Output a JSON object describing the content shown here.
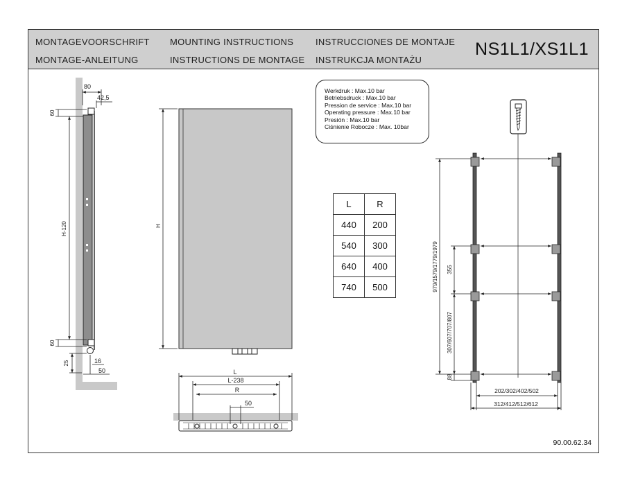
{
  "header": {
    "titles": [
      "MONTAGEVOORSCHRIFT",
      "MOUNTING INSTRUCTIONS",
      "INSTRUCCIONES DE MONTAJE",
      "MONTAGE-ANLEITUNG",
      "INSTRUCTIONS DE MONTAGE",
      "INSTRUKCJA MONTAŻU"
    ],
    "model": "NS1L1/XS1L1"
  },
  "pressure": {
    "lines": [
      "Werkdruk : Max.10 bar",
      "Betriebsdruck : Max.10 bar",
      "Pression de service : Max.10 bar",
      "Operating pressure : Max.10 bar",
      "Presión : Max.10 bar",
      "Ciśnienie Robocze : Max. 10bar"
    ]
  },
  "lr_table": {
    "headers": [
      "L",
      "R"
    ],
    "rows": [
      [
        "440",
        "200"
      ],
      [
        "540",
        "300"
      ],
      [
        "640",
        "400"
      ],
      [
        "740",
        "500"
      ]
    ]
  },
  "side_view": {
    "dim_80": "80",
    "dim_42_5": "42,5",
    "dim_60_top": "60",
    "dim_h120": "H-120",
    "dim_60_bottom": "60",
    "dim_25": "25",
    "dim_16": "16",
    "dim_50": "50"
  },
  "front_view": {
    "dim_h": "H"
  },
  "bottom_view": {
    "dim_l": "L",
    "dim_l238": "L-238",
    "dim_r": "R",
    "dim_50": "50"
  },
  "bracket_view": {
    "dim_total_height": "979/1579/1779/1979",
    "dim_355": "355",
    "dim_lower": "307/607/707/807",
    "dim_88": "88",
    "dim_inner_width": "202/302/402/502",
    "dim_outer_width": "312/412/512/612"
  },
  "document_code": "90.00.62.34"
}
